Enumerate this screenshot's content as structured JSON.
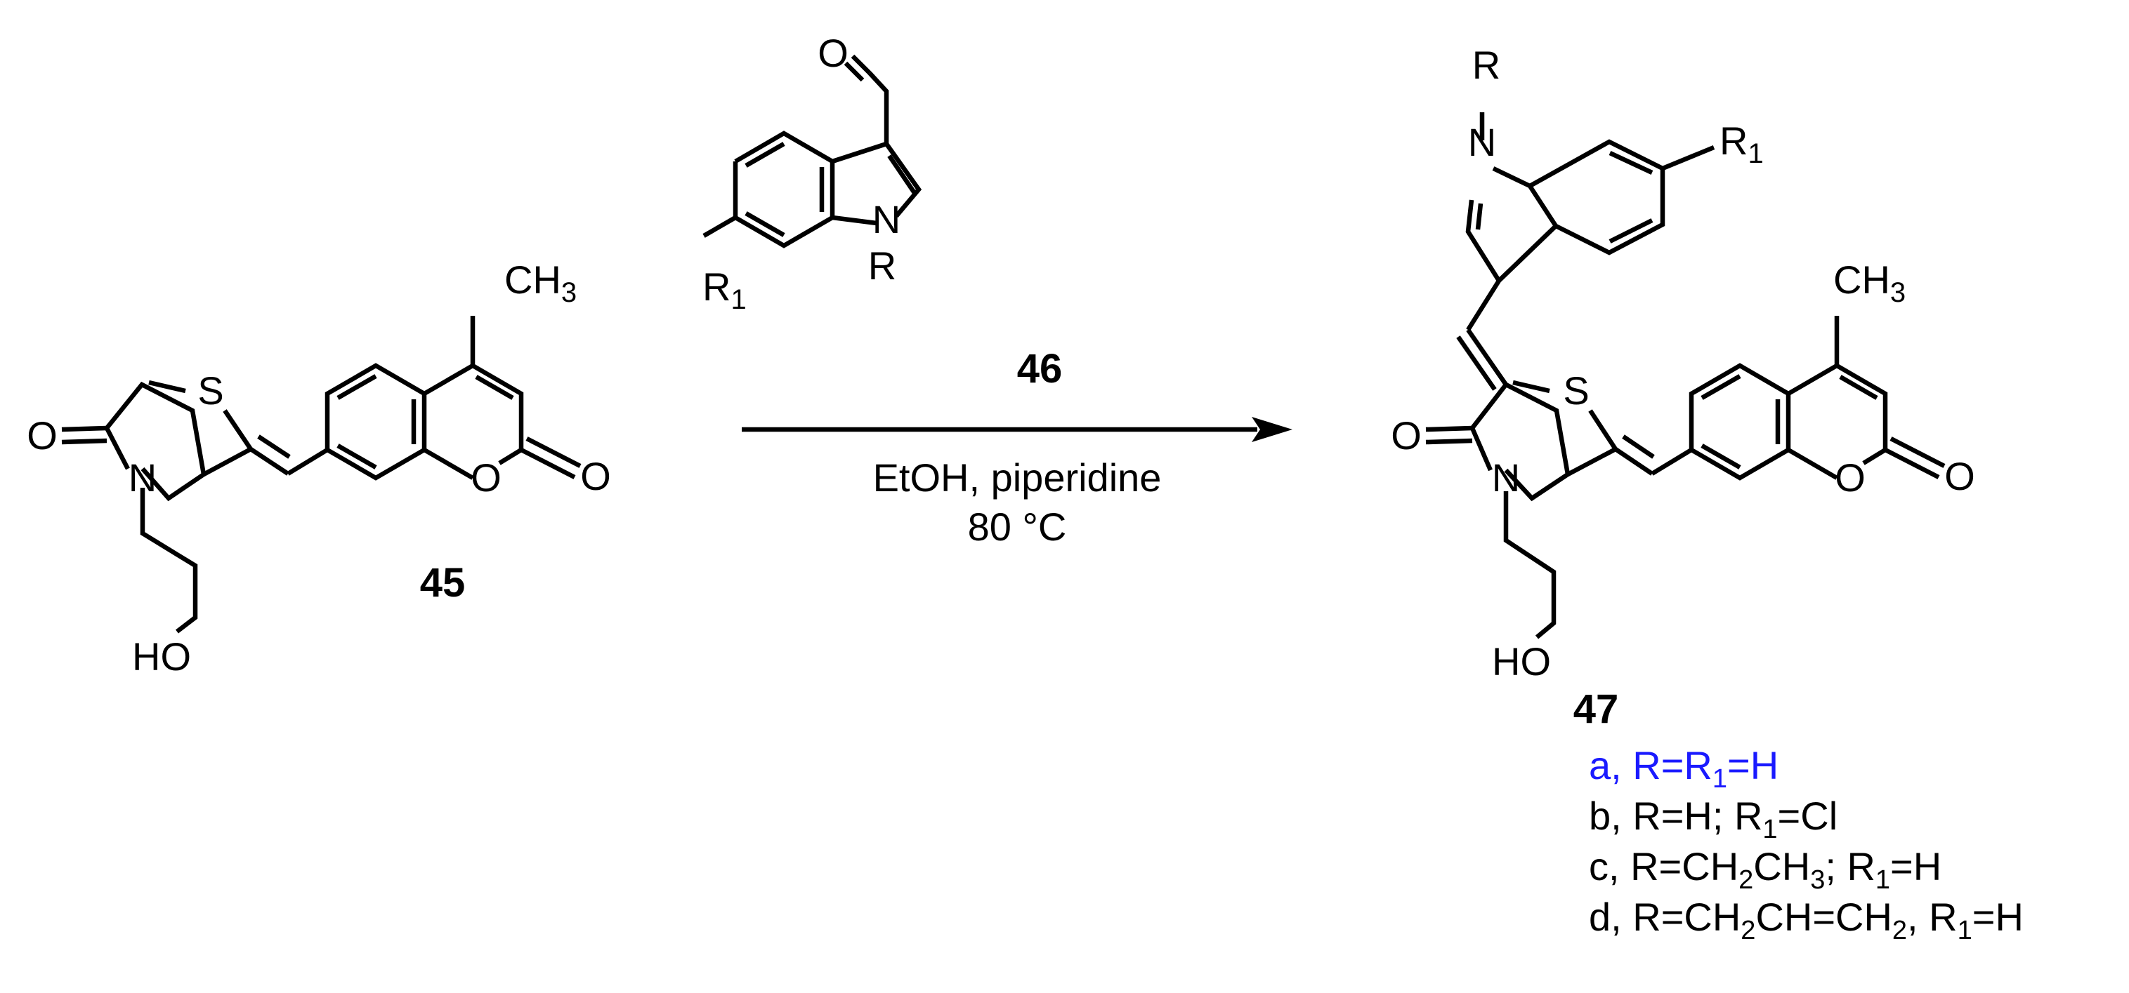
{
  "reactant": {
    "compound_number": "45",
    "atoms": {
      "sulfur": "S",
      "oxygen": "O",
      "nitrogen": "N",
      "hydroxyl": "HO",
      "methyl": "CH",
      "methyl_sub": "3"
    }
  },
  "reagent": {
    "compound_number": "46",
    "atoms": {
      "aldehyde_oxygen": "O",
      "nitrogen": "N",
      "r": "R",
      "r1": "R",
      "r1_sub": "1"
    }
  },
  "conditions": {
    "line1": "EtOH, piperidine",
    "line2": "80 °C"
  },
  "product": {
    "compound_number": "47",
    "atoms": {
      "r": "R",
      "nitrogen": "N",
      "r1": "R",
      "r1_sub": "1",
      "sulfur": "S",
      "oxygen": "O",
      "hydroxyl": "HO",
      "methyl": "CH",
      "methyl_sub": "3"
    }
  },
  "variants": [
    {
      "text": "a, R=R1=H",
      "color": "#1a1aff"
    },
    {
      "text": "b, R=H; R1=Cl",
      "color": "#000000"
    },
    {
      "text": "c, R=CH2CH3; R1=H",
      "color": "#000000"
    },
    {
      "text": "d, R=CH2CH=CH2, R1=H",
      "color": "#000000"
    }
  ]
}
